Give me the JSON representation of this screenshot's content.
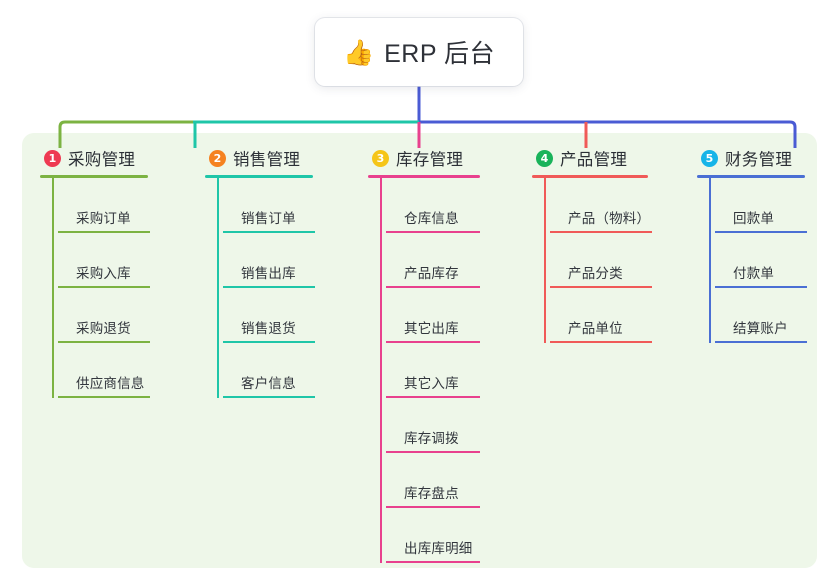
{
  "diagram": {
    "type": "mind-map",
    "root": {
      "icon": "thumbs-up-icon",
      "emoji": "👍",
      "title": "ERP 后台"
    },
    "branches": [
      {
        "number": "1",
        "title": "采购管理",
        "badge_color": "#ee3a52",
        "line_color": "#7cb342",
        "items": [
          "采购订单",
          "采购入库",
          "采购退货",
          "供应商信息"
        ]
      },
      {
        "number": "2",
        "title": "销售管理",
        "badge_color": "#f58220",
        "line_color": "#1fc6a8",
        "items": [
          "销售订单",
          "销售出库",
          "销售退货",
          "客户信息"
        ]
      },
      {
        "number": "3",
        "title": "库存管理",
        "badge_color": "#f5c518",
        "line_color": "#e8418e",
        "items": [
          "仓库信息",
          "产品库存",
          "其它出库",
          "其它入库",
          "库存调拨",
          "库存盘点",
          "出库库明细"
        ]
      },
      {
        "number": "4",
        "title": "产品管理",
        "badge_color": "#19b35a",
        "line_color": "#f05a58",
        "items": [
          "产品（物料）",
          "产品分类",
          "产品单位"
        ]
      },
      {
        "number": "5",
        "title": "财务管理",
        "badge_color": "#16b4e8",
        "line_color": "#4a6fd4",
        "items": [
          "回款单",
          "付款单",
          "结算账户"
        ]
      }
    ],
    "colors": {
      "panel_background": "#eef7e9",
      "page_background": "#ffffff",
      "root_stem": "#4a5bd4",
      "text": "#2e3138"
    }
  }
}
